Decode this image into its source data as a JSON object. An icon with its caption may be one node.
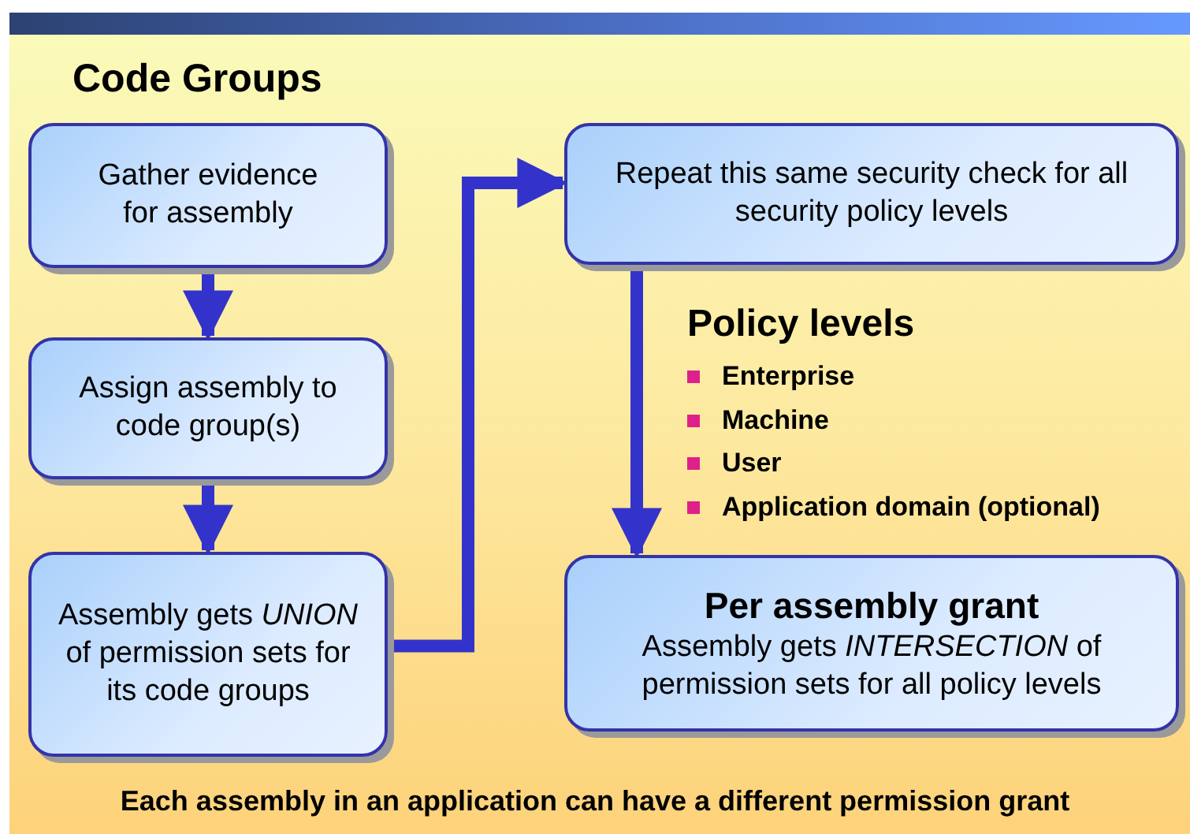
{
  "diagram": {
    "title": "Code Groups",
    "nodes": [
      {
        "text": [
          "Gather evidence for  assembly"
        ]
      },
      {
        "text": [
          "Assign assembly to code group(s)"
        ]
      },
      {
        "text": [
          "Assembly gets *UNION* of permission sets for its code groups"
        ]
      },
      {
        "text": [
          "Repeat this same security check for all security policy levels"
        ]
      },
      {
        "text": [
          "Per assembly grant",
          "Assembly gets *INTERSECTION* of permission sets for all policy levels"
        ]
      }
    ],
    "edges": [
      {
        "from": 0,
        "to": 1,
        "arrow": "to"
      },
      {
        "from": 1,
        "to": 2,
        "arrow": "to"
      },
      {
        "from": 2,
        "to": 3,
        "arrow": "to"
      },
      {
        "from": 3,
        "to": 4,
        "arrow": "to"
      }
    ],
    "labels": [
      "Policy levels",
      "Enterprise",
      "Machine",
      "User",
      "Application domain (optional)"
    ],
    "caption": "Each assembly in an application can have a different permission grant"
  }
}
